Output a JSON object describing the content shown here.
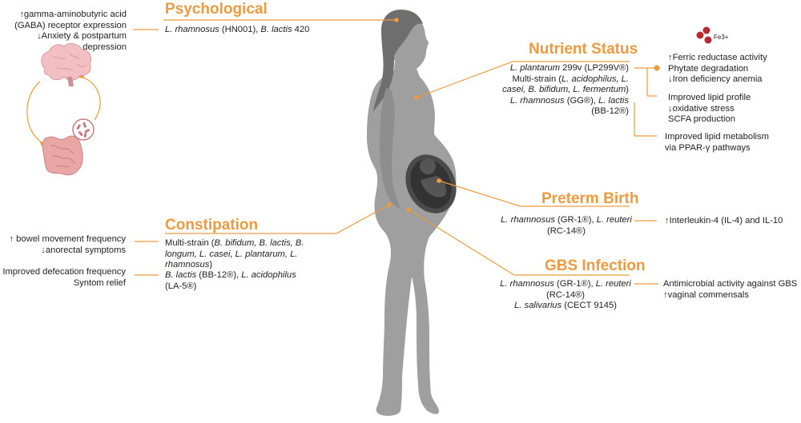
{
  "sections": {
    "psychological": {
      "title": "Psychological",
      "strains": [
        [
          {
            "t": "L. rhamnosus",
            "i": true
          },
          {
            "t": " (HN001), ",
            "i": false
          },
          {
            "t": "B. lactis",
            "i": true
          },
          {
            "t": " 420",
            "i": false
          }
        ]
      ],
      "outcomes": [
        "↑gamma-aminobutyric acid",
        "(GABA) receptor expression",
        "↓Anxiety & postpartum",
        "depression"
      ]
    },
    "nutrient": {
      "title": "Nutrient Status",
      "iron_label": "Fe3+",
      "strains": [
        [
          {
            "t": "L. plantarum",
            "i": true
          },
          {
            "t": " 299v (LP299V®)",
            "i": false
          }
        ],
        [
          {
            "t": "Multi-strain (",
            "i": false
          },
          {
            "t": "L. acidophilus, L.",
            "i": true
          }
        ],
        [
          {
            "t": "casei, B. bifidum, L. fermentum",
            "i": true
          },
          {
            "t": ")",
            "i": false
          }
        ],
        [
          {
            "t": "L. rhamnosus",
            "i": true
          },
          {
            "t": " (GG®), ",
            "i": false
          },
          {
            "t": "L. lactis",
            "i": true
          }
        ],
        [
          {
            "t": "(BB-12®)",
            "i": false
          }
        ]
      ],
      "outcome_groups": [
        [
          "↑Ferric reductase activity",
          "Phytate degradation",
          "↓Iron deficiency anemia"
        ],
        [
          "Improved lipid profile",
          "↓oxidative stress",
          "SCFA production"
        ],
        [
          "Improved lipid metabolism",
          "via PPAR-γ pathways"
        ]
      ]
    },
    "preterm": {
      "title": "Preterm Birth",
      "strains": [
        [
          {
            "t": "L. rhamnosus",
            "i": true
          },
          {
            "t": " (GR-1®), ",
            "i": false
          },
          {
            "t": "L. reuteri",
            "i": true
          }
        ],
        [
          {
            "t": "(RC-14®)",
            "i": false
          }
        ]
      ],
      "outcomes": [
        "↑Interleukin-4 (IL-4) and IL-10"
      ]
    },
    "gbs": {
      "title": "GBS Infection",
      "strains": [
        [
          {
            "t": "L. rhamnosus",
            "i": true
          },
          {
            "t": " (GR-1®), ",
            "i": false
          },
          {
            "t": "L. reuteri",
            "i": true
          }
        ],
        [
          {
            "t": "(RC-14®)",
            "i": false
          }
        ],
        [
          {
            "t": "L. salivarius",
            "i": true
          },
          {
            "t": " (CECT 9145)",
            "i": false
          }
        ]
      ],
      "outcomes": [
        "Antimicrobial activity against GBS",
        "↑vaginal commensals"
      ]
    },
    "constipation": {
      "title": "Constipation",
      "strains_group1": [
        [
          {
            "t": "Multi-strain (",
            "i": false
          },
          {
            "t": "B. bifidum, B. lactis, B.",
            "i": true
          }
        ],
        [
          {
            "t": "longum, L. casei, L. plantarum, L.",
            "i": true
          }
        ],
        [
          {
            "t": "rhamnosus",
            "i": true
          },
          {
            "t": ")",
            "i": false
          }
        ]
      ],
      "strains_group2": [
        [
          {
            "t": "B. lactis",
            "i": true
          },
          {
            "t": " (BB-12®), ",
            "i": false
          },
          {
            "t": "L. acidophilus",
            "i": true
          }
        ],
        [
          {
            "t": "(LA-5®)",
            "i": false
          }
        ]
      ],
      "outcomes_group1": [
        "↑ bowel movement frequency",
        "↓anorectal symptoms"
      ],
      "outcomes_group2": [
        "Improved defecation frequency",
        "Syntom relief"
      ]
    }
  },
  "colors": {
    "accent": "#ee9a3e",
    "silhouette": "#9d9d9d",
    "silhouette_dark": "#5a5a5a",
    "brain": "#f2c0c3",
    "gut": "#e8a7a5",
    "iron_dot": "#b52b32"
  },
  "icons": [
    "brain-icon",
    "intestine-icon",
    "bacteria-icon",
    "iron-dots-icon",
    "pregnant-woman-figure",
    "fetus-icon"
  ]
}
